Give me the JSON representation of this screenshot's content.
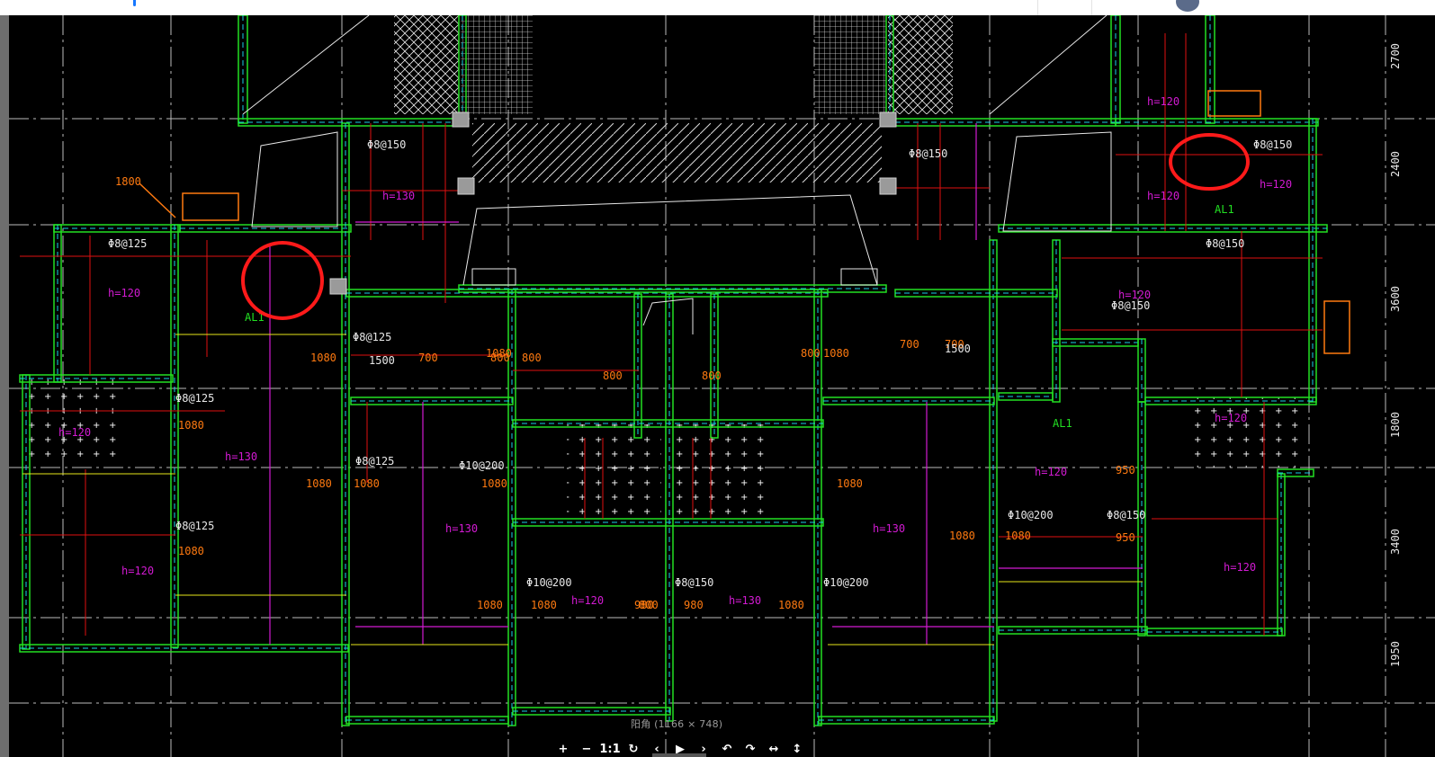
{
  "viewer": {
    "caption": "阳角 (1166 × 748)",
    "toolbar": [
      {
        "name": "zoom-in-button",
        "label": "+"
      },
      {
        "name": "zoom-out-button",
        "label": "−"
      },
      {
        "name": "actual-size-button",
        "label": "1:1"
      },
      {
        "name": "rotate-button",
        "label": "↻"
      },
      {
        "name": "previous-button",
        "label": "‹"
      },
      {
        "name": "play-button",
        "label": "▶"
      },
      {
        "name": "next-button",
        "label": "›"
      },
      {
        "name": "rotate-left-button",
        "label": "↶"
      },
      {
        "name": "rotate-right-button",
        "label": "↷"
      },
      {
        "name": "flip-horizontal-button",
        "label": "↔"
      },
      {
        "name": "flip-vertical-button",
        "label": "↕"
      }
    ]
  },
  "drawing": {
    "colors": {
      "wall": "#22e022",
      "dash": "#19d0e6",
      "rebar": "#e01010",
      "magenta": "#d21ad2",
      "orange": "#ff7a10",
      "white": "#e8e8e8",
      "grid": "#bdbdbd",
      "yellow": "#e6e61a",
      "highlight": "#ff1a1a"
    },
    "labels": [
      {
        "t": "Φ8@150",
        "c": "white"
      },
      {
        "t": "Φ8@150",
        "c": "white"
      },
      {
        "t": "Φ8@150",
        "c": "white"
      },
      {
        "t": "Φ8@125",
        "c": "white"
      },
      {
        "t": "Φ8@125",
        "c": "white"
      },
      {
        "t": "Φ8@125",
        "c": "white"
      },
      {
        "t": "Φ8@125",
        "c": "white"
      },
      {
        "t": "Φ8@125",
        "c": "white"
      },
      {
        "t": "Φ10@200",
        "c": "white"
      },
      {
        "t": "Φ10@200",
        "c": "white"
      },
      {
        "t": "Φ10@200",
        "c": "white"
      },
      {
        "t": "Φ10@200",
        "c": "white"
      },
      {
        "t": "Φ8@150",
        "c": "white"
      },
      {
        "t": "Φ8@150",
        "c": "white"
      },
      {
        "t": "Φ8@150",
        "c": "white"
      },
      {
        "t": "Φ8@150",
        "c": "white"
      },
      {
        "t": "h=120",
        "c": "magenta"
      },
      {
        "t": "h=120",
        "c": "magenta"
      },
      {
        "t": "h=120",
        "c": "magenta"
      },
      {
        "t": "h=120",
        "c": "magenta"
      },
      {
        "t": "h=130",
        "c": "magenta"
      },
      {
        "t": "h=130",
        "c": "magenta"
      },
      {
        "t": "h=130",
        "c": "magenta"
      },
      {
        "t": "h=130",
        "c": "magenta"
      },
      {
        "t": "h=130",
        "c": "magenta"
      },
      {
        "t": "h=120",
        "c": "magenta"
      },
      {
        "t": "h=120",
        "c": "magenta"
      },
      {
        "t": "h=120",
        "c": "magenta"
      },
      {
        "t": "h=120",
        "c": "magenta"
      },
      {
        "t": "h=120",
        "c": "magenta"
      },
      {
        "t": "h=120",
        "c": "magenta"
      },
      {
        "t": "h=120",
        "c": "magenta"
      },
      {
        "t": "1080",
        "c": "orange"
      },
      {
        "t": "1080",
        "c": "orange"
      },
      {
        "t": "1080",
        "c": "orange"
      },
      {
        "t": "1080",
        "c": "orange"
      },
      {
        "t": "1080",
        "c": "orange"
      },
      {
        "t": "1080",
        "c": "orange"
      },
      {
        "t": "1080",
        "c": "orange"
      },
      {
        "t": "1080",
        "c": "orange"
      },
      {
        "t": "1080",
        "c": "orange"
      },
      {
        "t": "1080",
        "c": "orange"
      },
      {
        "t": "1080",
        "c": "orange"
      },
      {
        "t": "1080",
        "c": "orange"
      },
      {
        "t": "1080",
        "c": "orange"
      },
      {
        "t": "1080",
        "c": "orange"
      },
      {
        "t": "800",
        "c": "orange"
      },
      {
        "t": "800",
        "c": "orange"
      },
      {
        "t": "800",
        "c": "orange"
      },
      {
        "t": "800",
        "c": "orange"
      },
      {
        "t": "800",
        "c": "orange"
      },
      {
        "t": "800",
        "c": "orange"
      },
      {
        "t": "980",
        "c": "orange"
      },
      {
        "t": "980",
        "c": "orange"
      },
      {
        "t": "950",
        "c": "orange"
      },
      {
        "t": "950",
        "c": "orange"
      },
      {
        "t": "700",
        "c": "orange"
      },
      {
        "t": "700",
        "c": "orange"
      },
      {
        "t": "700",
        "c": "orange"
      },
      {
        "t": "1500",
        "c": "white"
      },
      {
        "t": "1500",
        "c": "white"
      },
      {
        "t": "1800",
        "c": "orange"
      },
      {
        "t": "AL1",
        "c": "green"
      },
      {
        "t": "AL1",
        "c": "green"
      },
      {
        "t": "AL1",
        "c": "green"
      }
    ],
    "dimensions": [
      {
        "t": "2700"
      },
      {
        "t": "2400"
      },
      {
        "t": "3600"
      },
      {
        "t": "1800"
      },
      {
        "t": "3400"
      },
      {
        "t": "1950"
      }
    ]
  }
}
